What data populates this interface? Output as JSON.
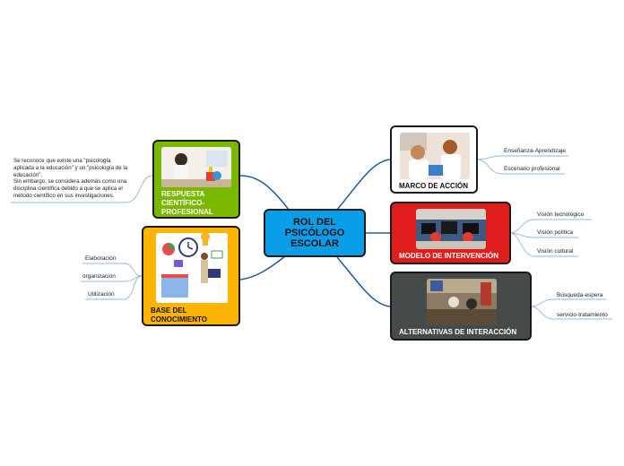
{
  "central": {
    "label": "ROL DEL\nPSICÓLOGO\nESCOLAR"
  },
  "branches": {
    "respuesta": {
      "label": "RESPUESTA\nCIENTÍFICO-\nPROFESIONAL",
      "note": "Se reconoce que existe una \"psicología aplicada a la educación\" y un \"psicología de la educación\".\n Sin embargo, se considera además como una disciplina científica debido a que se aplica el método científico en sus investigaciones."
    },
    "base": {
      "label": "BASE DEL\nCONOCIMIENTO",
      "leaves": [
        "Elaboración",
        "organización",
        "Utilización"
      ]
    },
    "marco": {
      "label": "MARCO DE ACCIÓN",
      "leaves": [
        "Enseñanza-Aprendizaje",
        "Escenario profesional"
      ]
    },
    "modelo": {
      "label": "MODELO DE INTERVENCIÓN",
      "leaves": [
        "Visión tecnológico",
        "Visión política",
        "Visión cultural"
      ]
    },
    "alternativas": {
      "label": "ALTERNATIVAS DE INTERACCIÓN",
      "leaves": [
        "Búsqueda-espera",
        "servicio-tratamiento"
      ]
    }
  },
  "colors": {
    "central": "#0a9ee9",
    "respuesta": "#7ab800",
    "base": "#fdb400",
    "marco": "#ffffff",
    "modelo": "#df1d1d",
    "alternativas": "#454a4b",
    "connector": "#1f5c9c",
    "leaf_line": "#8fb8d8"
  }
}
